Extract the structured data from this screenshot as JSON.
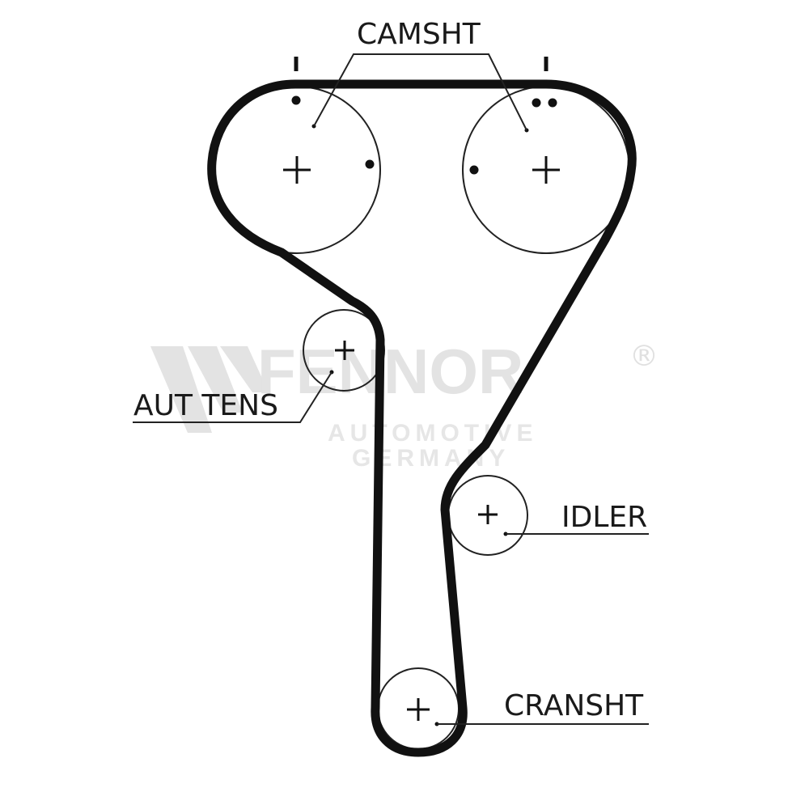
{
  "watermark": {
    "brand": "FENNOR",
    "registered": "®",
    "line1": "AUTOMOTIVE",
    "line2": "GERMANY",
    "logo": "fennor-logo"
  },
  "labels": {
    "camshaft": "CAMSHT",
    "tensioner": "AUT TENS",
    "idler": "IDLER",
    "crankshaft": "CRANSHT"
  },
  "colors": {
    "ink": "#111111",
    "watermark": "#e3e3e3",
    "background": "#ffffff"
  }
}
